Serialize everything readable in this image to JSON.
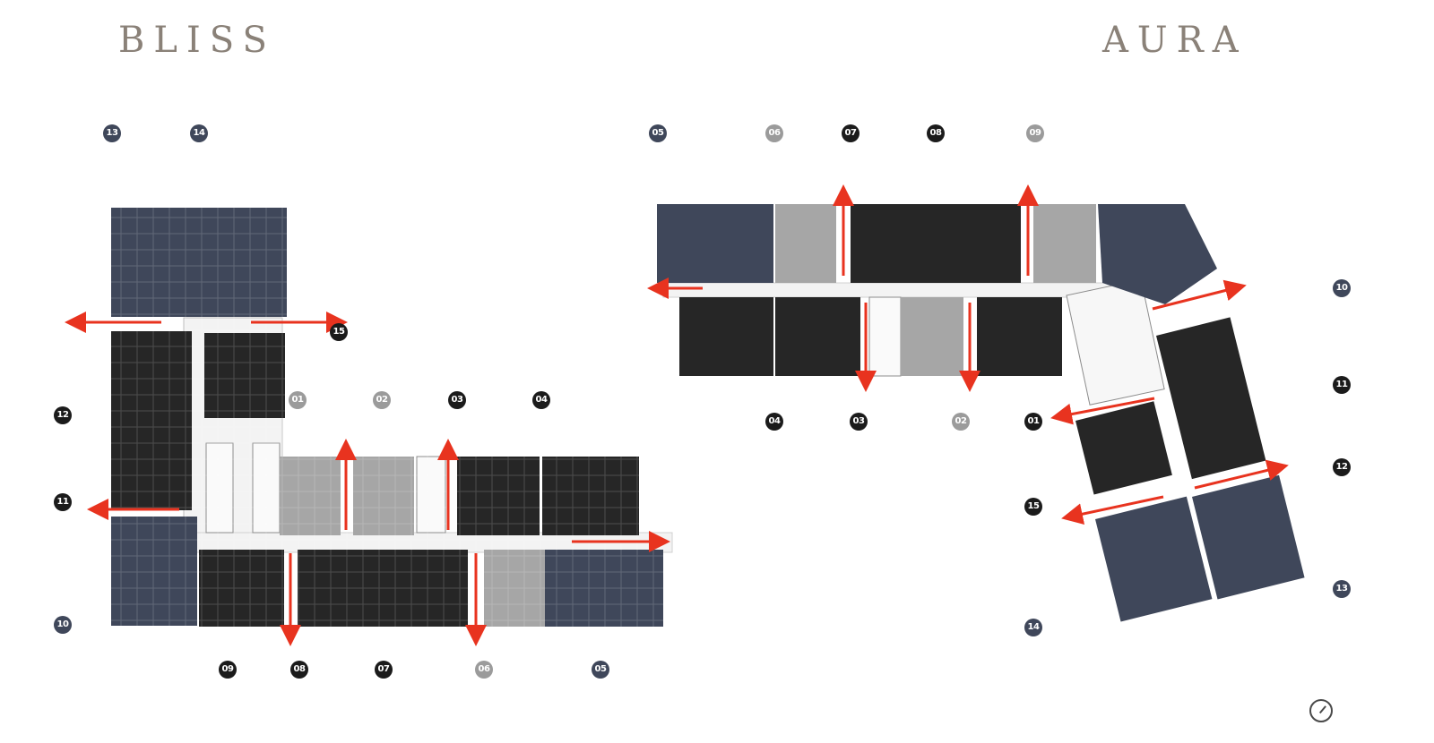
{
  "buildings": {
    "bliss": {
      "title": "BLISS"
    },
    "aura": {
      "title": "AURA"
    }
  },
  "colors": {
    "navy_unit": "#3f475a",
    "black_unit": "#262626",
    "grey_unit": "#a6a6a6",
    "corridor": "#ffffff",
    "arrow": "#e8331f",
    "title": "#8a8178"
  },
  "bliss_unit_labels": [
    "13",
    "14",
    "15",
    "12",
    "11",
    "10",
    "01",
    "02",
    "03",
    "04",
    "09",
    "08",
    "07",
    "06",
    "05"
  ],
  "aura_unit_labels": [
    "05",
    "06",
    "07",
    "08",
    "09",
    "10",
    "11",
    "12",
    "13",
    "04",
    "03",
    "02",
    "01",
    "15",
    "14"
  ],
  "compass": {
    "icon": "compass-icon"
  }
}
